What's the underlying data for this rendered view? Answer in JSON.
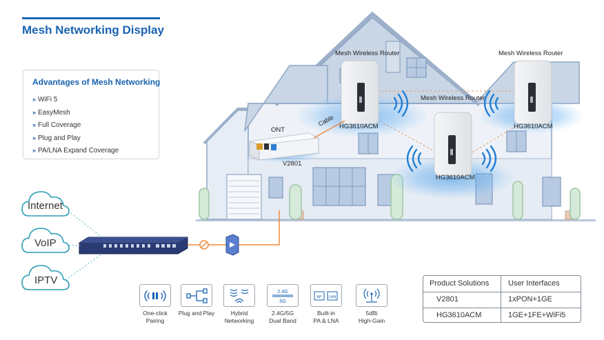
{
  "title": "Mesh Networking Display",
  "advantages": {
    "heading": "Advantages of Mesh Networking",
    "items": [
      {
        "label": "WiFi 5"
      },
      {
        "label": "EasyMesh"
      },
      {
        "label": "Full Coverage"
      },
      {
        "label": "Plug and Play"
      },
      {
        "label": "PA/LNA Expand Coverage"
      }
    ]
  },
  "services": [
    {
      "label": "Internet"
    },
    {
      "label": "VoIP"
    },
    {
      "label": "IPTV"
    }
  ],
  "diagram": {
    "ont_label": "ONT",
    "ont_model": "V2801",
    "cable_label": "Cable",
    "router_left": {
      "title": "Mesh Wireless Router",
      "model": "HG3610ACM"
    },
    "router_right": {
      "title": "Mesh Wireless Router",
      "model": "HG3610ACM"
    },
    "router_center": {
      "title": "Mesh Wireless Router",
      "model": "HG3610ACM"
    }
  },
  "features": [
    {
      "icon": "pairing-icon",
      "label": "One-click\nPairing"
    },
    {
      "icon": "plug-and-play-icon",
      "label": "Plug and Play"
    },
    {
      "icon": "hybrid-networking-icon",
      "label": "Hybrid\nNetworking"
    },
    {
      "icon": "dual-band-icon",
      "label": "2.4G/5G\nDual Band",
      "band_top": "2.4G",
      "band_bottom": "5G"
    },
    {
      "icon": "pa-lna-icon",
      "label": "Built-in\nPA & LNA",
      "chip_left": "AP",
      "chip_right": "LAN"
    },
    {
      "icon": "antenna-icon",
      "label": "5dBi\nHigh-Gain"
    }
  ],
  "table": {
    "headers": [
      "Product Solutions",
      "User Interfaces"
    ],
    "rows": [
      [
        "V2801",
        "1xPON+1GE"
      ],
      [
        "HG3610ACM",
        "1GE+1FE+WiFi5"
      ]
    ]
  },
  "colors": {
    "accent": "#1a63b0",
    "house_fill": "#c9d6e6",
    "house_stroke": "#8ea6c4",
    "signal": "#2f8fe0",
    "fiber": "#f08a3a"
  }
}
